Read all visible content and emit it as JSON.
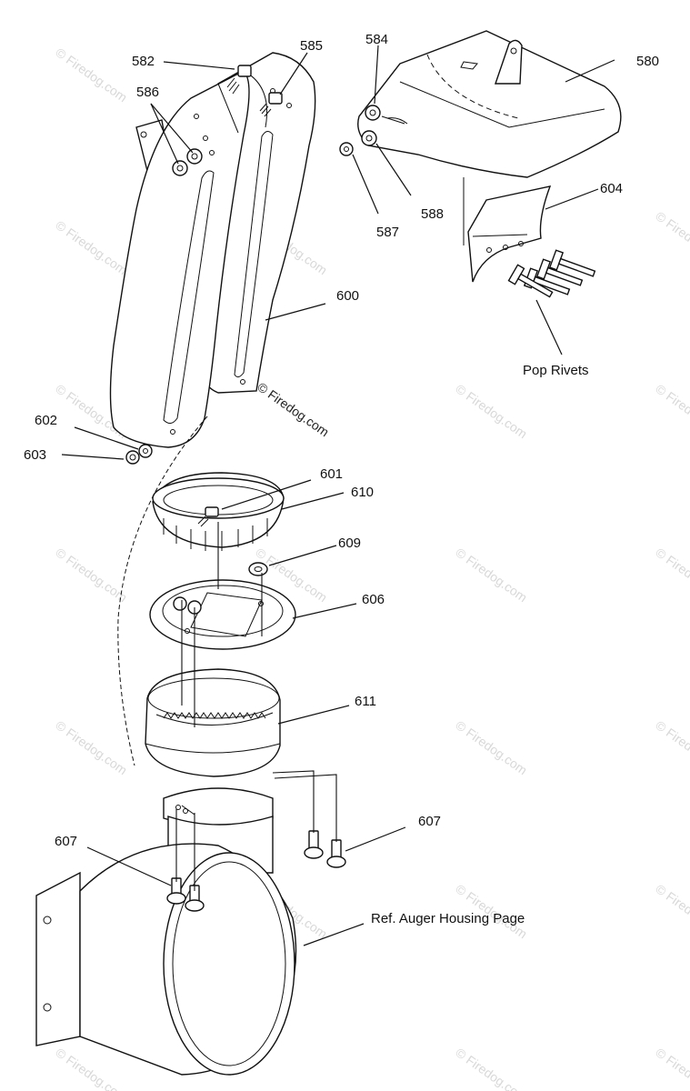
{
  "watermark": {
    "text": "© Firedog.com",
    "center_text": "© Firedog.com"
  },
  "callouts": {
    "p580": "580",
    "p582": "582",
    "p584": "584",
    "p585": "585",
    "p586": "586",
    "p587": "587",
    "p588": "588",
    "p600": "600",
    "p601": "601",
    "p602": "602",
    "p603": "603",
    "p604": "604",
    "p606": "606",
    "p607_left": "607",
    "p607_right": "607",
    "p609": "609",
    "p610": "610",
    "p611": "611",
    "pop_rivets": "Pop Rivets",
    "ref_auger": "Ref. Auger Housing Page"
  }
}
